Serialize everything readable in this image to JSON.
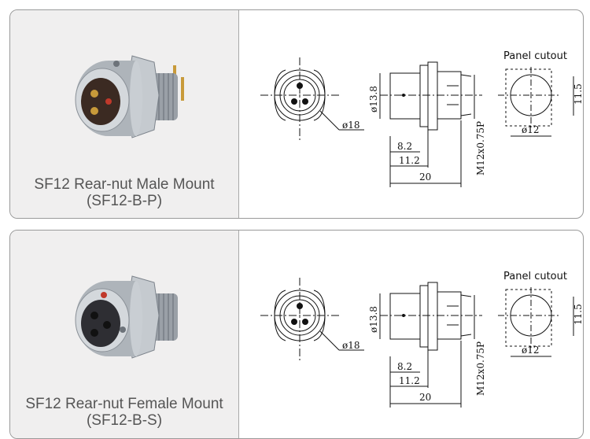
{
  "products": [
    {
      "caption_line1": "SF12 Rear-nut Male Mount",
      "caption_line2": "(SF12-B-P)",
      "contact_type": "male",
      "dims": {
        "d_body": "ø13.8",
        "d_flange": "ø18",
        "len_a": "8.2",
        "len_b": "11.2",
        "len_total": "20",
        "thread": "M12x0.75P"
      },
      "cutout": {
        "label": "Panel cutout",
        "flat": "11.5",
        "dia": "ø12"
      }
    },
    {
      "caption_line1": "SF12 Rear-nut Female Mount",
      "caption_line2": "(SF12-B-S)",
      "contact_type": "female",
      "dims": {
        "d_body": "ø13.8",
        "d_flange": "ø18",
        "len_a": "8.2",
        "len_b": "11.2",
        "len_total": "20",
        "thread": "M12x0.75P"
      },
      "cutout": {
        "label": "Panel cutout",
        "flat": "11.5",
        "dia": "ø12"
      }
    }
  ],
  "colors": {
    "metal": "#b8bdc3",
    "metal_dark": "#7d848c",
    "pin_gold": "#c89a3a",
    "red_dot": "#c0392b",
    "insulator": "#3b2a22"
  }
}
